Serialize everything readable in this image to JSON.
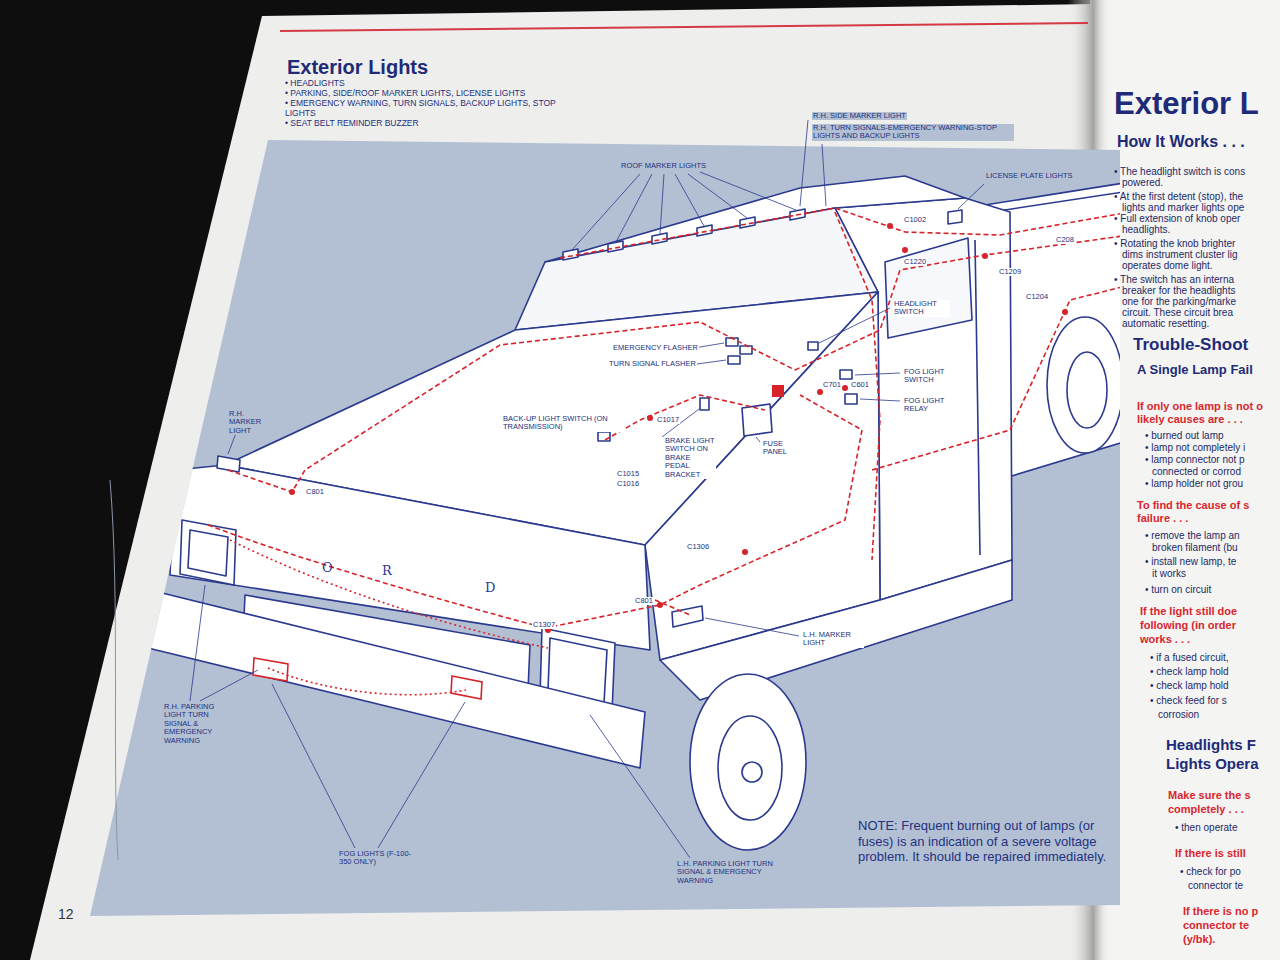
{
  "diagram": {
    "title": "Exterior Lights",
    "labels": [
      "• HEADLIGHTS",
      "• PARKING, SIDE/ROOF MARKER LIGHTS, LICENSE LIGHTS",
      "• EMERGENCY WARNING, TURN SIGNALS, BACKUP LIGHTS, STOP LIGHTS",
      "• SEAT BELT REMINDER BUZZER",
      "R.H. SIDE MARKER LIGHT",
      "R.H. TURN SIGNALS-EMERGENCY WARNING-STOP LIGHTS AND BACKUP LIGHTS",
      "ROOF MARKER LIGHTS",
      "LICENSE PLATE LIGHTS",
      "C1002",
      "C1220",
      "C1209",
      "C1204",
      "C208",
      "HEADLIGHT SWITCH",
      "EMERGENCY FLASHER",
      "TURN SIGNAL FLASHER",
      "FOG LIGHT SWITCH",
      "FOG LIGHT RELAY",
      "C701",
      "C601",
      "BACK-UP LIGHT SWITCH (ON TRANSMISSION)",
      "C1017",
      "BRAKE LIGHT SWITCH ON BRAKE PEDAL BRACKET",
      "FUSE PANEL",
      "C1015",
      "C1016",
      "R.H. MARKER LIGHT",
      "C801",
      "O",
      "R",
      "D",
      "C1306",
      "C801",
      "C1307",
      "L.H. MARKER LIGHT",
      "R.H. PARKING LIGHT TURN SIGNAL & EMERGENCY WARNING",
      "FOG LIGHTS (F-100-350 ONLY)",
      "L.H. PARKING LIGHT TURN SIGNAL & EMERGENCY WARNING",
      "NOTE: Frequent burning out of lamps (or fuses) is an indication of a severe voltage problem. It should be repaired immediately.",
      "12",
      "Exterior L",
      "How It Works . . .",
      "• The headlight switch is cons",
      "powered.",
      "• At the first detent (stop), the",
      "lights and marker lights ope",
      "• Full extension of knob oper",
      "headlights.",
      "• Rotating the knob brighter",
      "dims instrument cluster lig",
      "operates dome light.",
      "• The switch has an interna",
      "breaker for the headlights",
      "one for the parking/marke",
      "circuit. These circuit brea",
      "automatic resetting.",
      "Trouble-Shoot",
      "A Single Lamp Fail",
      "If only one lamp is not o",
      "likely causes are . . .",
      "• burned out lamp",
      "• lamp not completely i",
      "• lamp connector not p",
      "connected or corrod",
      "• lamp holder not grou",
      "To find the cause of s",
      "failure . . .",
      "• remove the lamp an",
      "broken filament (bu",
      "• install new lamp, te",
      "it works",
      "• turn on circuit",
      "If the light still doe",
      "following (in order",
      "works . . .",
      "• if a fused circuit,",
      "• check lamp hold",
      "• check lamp hold",
      "• check feed for s",
      "corrosion",
      "Headlights F",
      "Lights Opera",
      "Make sure the s",
      "completely . . .",
      "• then operate",
      "If there is still",
      "• check for po",
      "connector te",
      "If there is no p",
      "connector te",
      "(y/bk)."
    ]
  }
}
